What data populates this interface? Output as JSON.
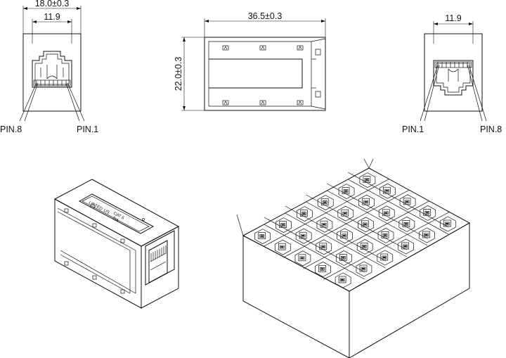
{
  "dimensions": {
    "front_width": "18.0±0.3",
    "front_jack_width": "11.9",
    "top_length": "36.5±0.3",
    "top_height": "22.0±0.3",
    "back_jack_width": "11.9"
  },
  "pins": {
    "front_left": "PIN.8",
    "front_right": "PIN.1",
    "back_left": "PIN.1",
    "back_right": "PIN.8"
  },
  "label_plate": {
    "line1": "LISTED",
    "line2": "US",
    "line3": "CAT 6",
    "line4": "TIA"
  },
  "tray": {
    "rows": 6,
    "cols": 5
  }
}
